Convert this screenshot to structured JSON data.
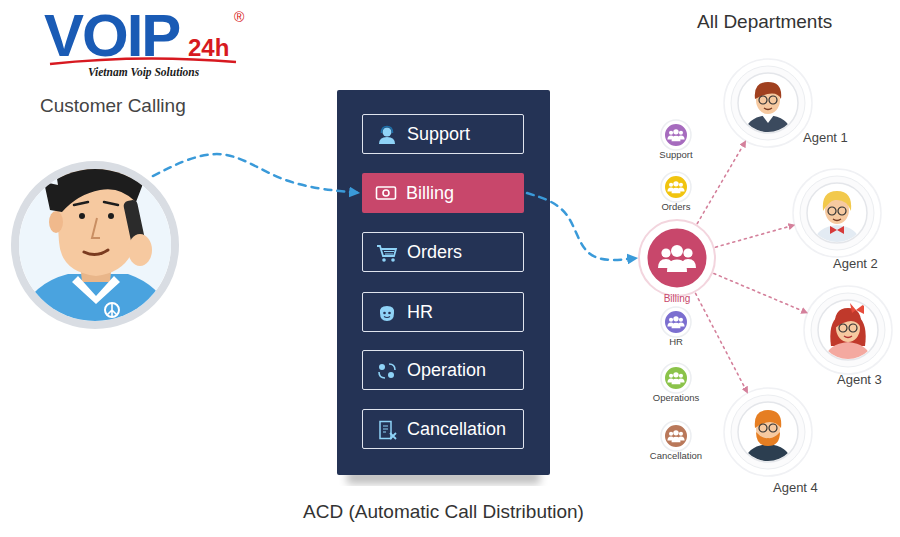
{
  "diagram": {
    "nodes": [
      {
        "text": [
          "Customer Calling"
        ]
      },
      {
        "text": [
          "ACD (Automatic Call Distribution)"
        ]
      },
      {
        "text": [
          "Support"
        ],
        "in": 1
      },
      {
        "text": [
          "Billing"
        ],
        "in": 1
      },
      {
        "text": [
          "Orders"
        ],
        "in": 1
      },
      {
        "text": [
          "HR"
        ],
        "in": 1
      },
      {
        "text": [
          "Operation"
        ],
        "in": 1
      },
      {
        "text": [
          "Cancellation"
        ],
        "in": 1
      },
      {
        "text": [
          "Support"
        ]
      },
      {
        "text": [
          "Orders"
        ]
      },
      {
        "text": [
          "Billing"
        ]
      },
      {
        "text": [
          "HR"
        ]
      },
      {
        "text": [
          "Operations"
        ]
      },
      {
        "text": [
          "Cancellation"
        ]
      },
      {
        "text": [
          "Agent 1"
        ]
      },
      {
        "text": [
          "Agent 2"
        ]
      },
      {
        "text": [
          "Agent 3"
        ]
      },
      {
        "text": [
          "Agent 4"
        ]
      }
    ],
    "edges": [
      {
        "from": 0,
        "to": 3,
        "arrow": "to"
      },
      {
        "from": 3,
        "to": 10,
        "arrow": "to"
      },
      {
        "from": 10,
        "to": 14,
        "arrow": "to"
      },
      {
        "from": 10,
        "to": 15,
        "arrow": "to"
      },
      {
        "from": 10,
        "to": 16,
        "arrow": "to"
      },
      {
        "from": 10,
        "to": 17,
        "arrow": "to"
      }
    ],
    "labels": [
      "VOIP",
      "24h",
      "®",
      "Vietnam Voip Solutions",
      "All Departments"
    ]
  }
}
